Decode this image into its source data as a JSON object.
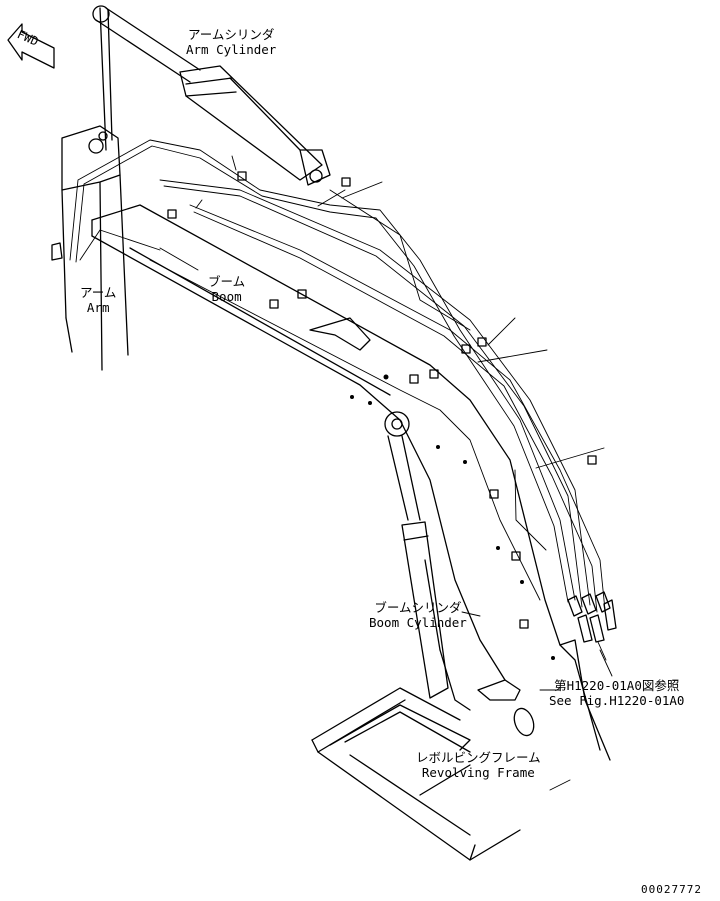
{
  "direction": {
    "fwd": "FWD",
    "arrow_icon": "left-arrow-icon"
  },
  "labels": {
    "arm_cylinder": {
      "jp": "アームシリンダ",
      "en": "Arm Cylinder"
    },
    "arm": {
      "jp": "アーム",
      "en": "Arm"
    },
    "boom": {
      "jp": "ブーム",
      "en": "Boom"
    },
    "boom_cylinder": {
      "jp": "ブームシリンダ",
      "en": "Boom Cylinder"
    },
    "reference": {
      "jp": "第H1220-01A0図参照",
      "en": "See Fig.H1220-01A0"
    },
    "revolving_frame": {
      "jp": "レボルビングフレーム",
      "en": "Revolving Frame"
    }
  },
  "drawing_number": "00027772"
}
